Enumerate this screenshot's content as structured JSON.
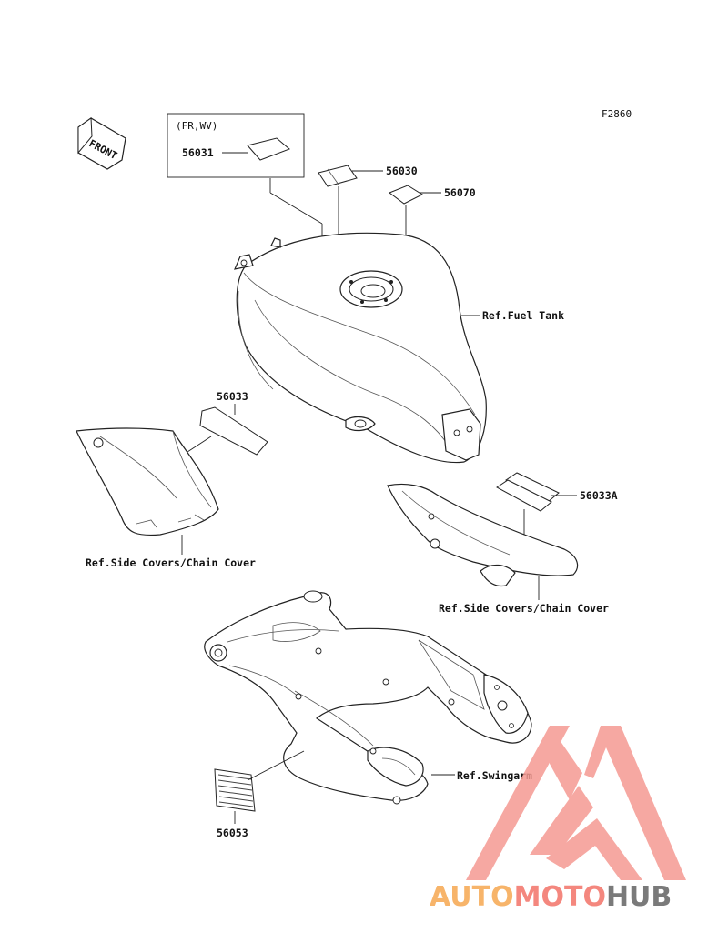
{
  "figure_code": "F2860",
  "front_label": "FRONT",
  "variant_label": "(FR,WV)",
  "parts": {
    "p56031": "56031",
    "p56030": "56030",
    "p56070": "56070",
    "p56033": "56033",
    "p56033A": "56033A",
    "p56053": "56053"
  },
  "refs": {
    "fuel_tank": "Ref.Fuel Tank",
    "side_left": "Ref.Side Covers/Chain Cover",
    "side_right": "Ref.Side Covers/Chain Cover",
    "swingarm": "Ref.Swingarm"
  },
  "watermark": {
    "word_1": "AUTO",
    "word_2": "MOTO",
    "word_3": "HUB",
    "color_1": "#f7b46a",
    "color_2": "#f4877e",
    "color_3": "#7a7a7a"
  }
}
